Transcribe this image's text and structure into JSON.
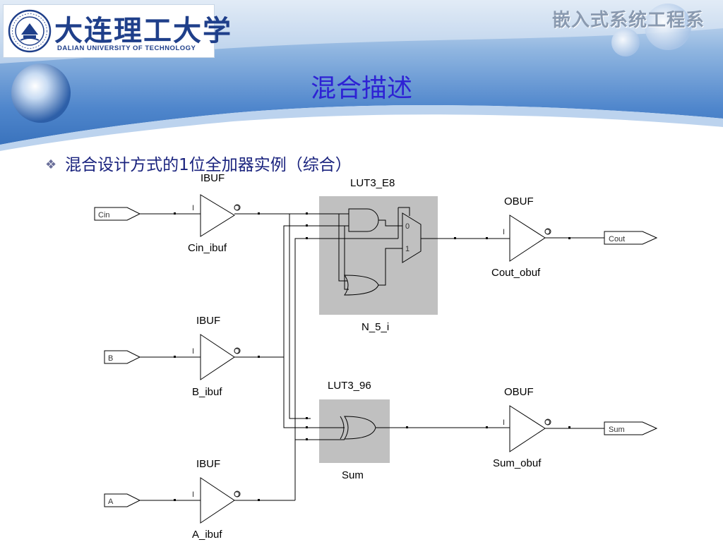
{
  "header": {
    "logo_cn": "大连理工大学",
    "logo_en": "DALIAN UNIVERSITY OF TECHNOLOGY",
    "department": "嵌入式系统工程系",
    "slide_title": "混合描述"
  },
  "bullet": {
    "icon": "diamond-bullet-icon",
    "text": "混合设计方式的1位全加器实例（综合）"
  },
  "schematic": {
    "ports_in": [
      "Cin",
      "B",
      "A"
    ],
    "ports_out": [
      "Cout",
      "Sum"
    ],
    "buffers": [
      {
        "type": "IBUF",
        "instance": "Cin_ibuf",
        "pin_in": "I",
        "pin_out": "O"
      },
      {
        "type": "IBUF",
        "instance": "B_ibuf",
        "pin_in": "I",
        "pin_out": "O"
      },
      {
        "type": "IBUF",
        "instance": "A_ibuf",
        "pin_in": "I",
        "pin_out": "O"
      },
      {
        "type": "OBUF",
        "instance": "Cout_obuf",
        "pin_in": "I",
        "pin_out": "O"
      },
      {
        "type": "OBUF",
        "instance": "Sum_obuf",
        "pin_in": "I",
        "pin_out": "O"
      }
    ],
    "luts": [
      {
        "type": "LUT3_E8",
        "instance": "N_5_i",
        "mux_pins": [
          "0",
          "1"
        ]
      },
      {
        "type": "LUT3_96",
        "instance": "Sum"
      }
    ]
  },
  "colors": {
    "title": "#2e22d4",
    "bullet_text": "#1a237e",
    "lut_box": "#c0c0c0",
    "header_blue": "#5a8fd0"
  }
}
